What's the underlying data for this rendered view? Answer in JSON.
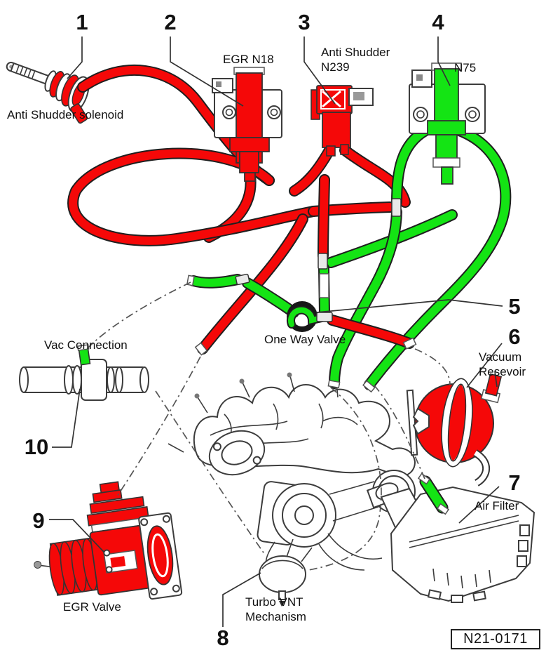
{
  "figure": {
    "id": "N21-0171",
    "type": "vacuum-hose-routing-diagram"
  },
  "legend_colors": {
    "vacuum_hose_red": "#f50808",
    "vacuum_hose_green": "#14e414"
  },
  "callouts": [
    {
      "number": "1",
      "lines": [
        "Anti Shudder solenoid"
      ]
    },
    {
      "number": "2",
      "lines": [
        "EGR N18"
      ]
    },
    {
      "number": "3",
      "lines": [
        "Anti Shudder",
        "N239"
      ]
    },
    {
      "number": "4",
      "lines": [
        "N75"
      ]
    },
    {
      "number": "5",
      "lines": [
        "One Way Valve"
      ]
    },
    {
      "number": "6",
      "lines": [
        "Vacuum",
        "Resevoir"
      ]
    },
    {
      "number": "7",
      "lines": [
        "Air Filter"
      ]
    },
    {
      "number": "8",
      "lines": [
        "Turbo VNT",
        "Mechanism"
      ]
    },
    {
      "number": "9",
      "lines": [
        "EGR Valve"
      ]
    },
    {
      "number": "10",
      "lines": [
        "Vac Connection"
      ]
    }
  ]
}
